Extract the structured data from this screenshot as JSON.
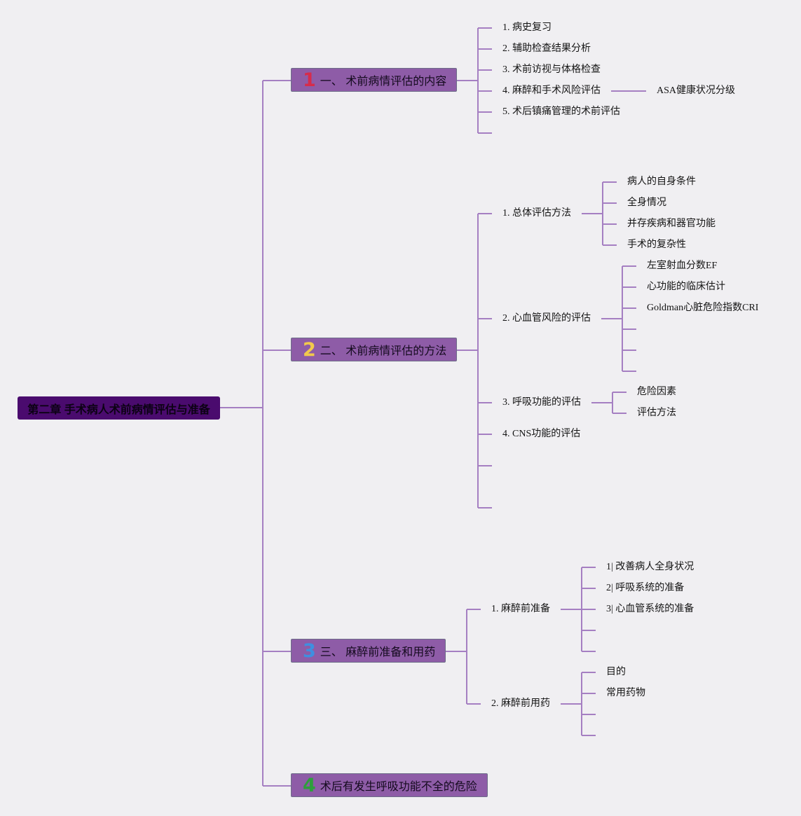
{
  "colors": {
    "line": "#a57fc2",
    "root_bg": "#4a0b6e",
    "topic_bg": "#8e5ca7",
    "num1": "#d62c4c",
    "num2": "#f2c94c",
    "num3": "#3f8fe0",
    "num4": "#2e9e3c"
  },
  "root": {
    "label": "第二章 手术病人术前病情评估与准备"
  },
  "t1": {
    "num": "1",
    "label": "一、 术前病情评估的内容",
    "items": [
      "1. 病史复习",
      "2. 辅助检查结果分析",
      "3. 术前访视与体格检查",
      "4. 麻醉和手术风险评估",
      "5. 术后镇痛管理的术前评估"
    ],
    "sub4": "ASA健康状况分级"
  },
  "t2": {
    "num": "2",
    "label": "二、 术前病情评估的方法",
    "b1": {
      "label": "1. 总体评估方法",
      "items": [
        "病人的自身条件",
        "全身情况",
        "并存疾病和器官功能",
        "手术的复杂性"
      ]
    },
    "b2": {
      "label": "2. 心血管风险的评估",
      "items": [
        "左室射血分数EF",
        "心功能的临床估计",
        "Goldman心脏危险指数CRI"
      ]
    },
    "b3": {
      "label": "3. 呼吸功能的评估",
      "items": [
        "危险因素",
        "评估方法"
      ]
    },
    "b4": {
      "label": "4. CNS功能的评估"
    }
  },
  "t3": {
    "num": "3",
    "label": "三、 麻醉前准备和用药",
    "b1": {
      "label": "1. 麻醉前准备",
      "items": [
        "1| 改善病人全身状况",
        "2| 呼吸系统的准备",
        "3| 心血管系统的准备"
      ]
    },
    "b2": {
      "label": "2. 麻醉前用药",
      "items": [
        "目的",
        "常用药物"
      ]
    }
  },
  "t4": {
    "num": "4",
    "label": "术后有发生呼吸功能不全的危险"
  }
}
